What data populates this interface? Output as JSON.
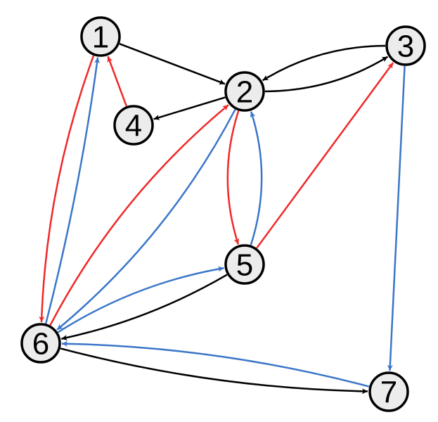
{
  "colors": {
    "black": "#000000",
    "red": "#f02828",
    "blue": "#3a76c8",
    "node_fill": "#ececec"
  },
  "nodes": [
    {
      "id": "1",
      "label": "1"
    },
    {
      "id": "2",
      "label": "2"
    },
    {
      "id": "3",
      "label": "3"
    },
    {
      "id": "4",
      "label": "4"
    },
    {
      "id": "5",
      "label": "5"
    },
    {
      "id": "6",
      "label": "6"
    },
    {
      "id": "7",
      "label": "7"
    }
  ],
  "edges": [
    {
      "from": "1",
      "to": "2",
      "color": "black"
    },
    {
      "from": "2",
      "to": "3",
      "color": "black"
    },
    {
      "from": "3",
      "to": "2",
      "color": "black"
    },
    {
      "from": "2",
      "to": "4",
      "color": "black"
    },
    {
      "from": "4",
      "to": "1",
      "color": "red"
    },
    {
      "from": "1",
      "to": "6",
      "color": "red"
    },
    {
      "from": "6",
      "to": "1",
      "color": "blue"
    },
    {
      "from": "2",
      "to": "6",
      "color": "blue"
    },
    {
      "from": "6",
      "to": "2",
      "color": "red"
    },
    {
      "from": "2",
      "to": "5",
      "color": "red"
    },
    {
      "from": "5",
      "to": "2",
      "color": "blue"
    },
    {
      "from": "5",
      "to": "3",
      "color": "red"
    },
    {
      "from": "3",
      "to": "7",
      "color": "blue"
    },
    {
      "from": "6",
      "to": "5",
      "color": "blue"
    },
    {
      "from": "5",
      "to": "6",
      "color": "black"
    },
    {
      "from": "7",
      "to": "6",
      "color": "blue"
    },
    {
      "from": "6",
      "to": "7",
      "color": "black"
    }
  ]
}
